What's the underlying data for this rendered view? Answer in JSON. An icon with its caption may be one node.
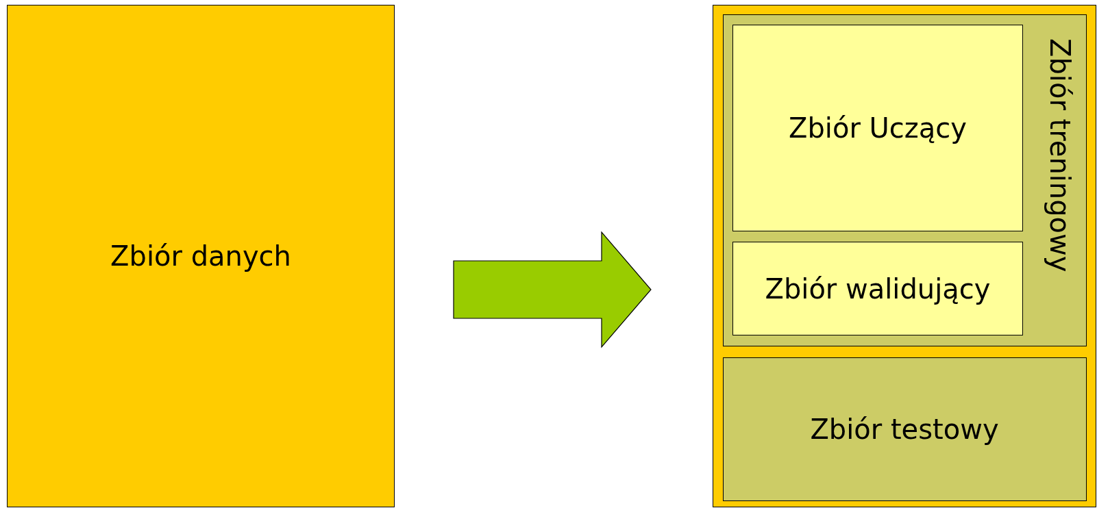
{
  "diagram": {
    "nodes": [
      {
        "text": [
          "Zbiór danych"
        ]
      },
      {
        "text": [],
        "shape": "box"
      },
      {
        "text": [
          "Zbiór treningowy"
        ],
        "in": 1
      },
      {
        "text": [
          "Zbiór Uczący"
        ],
        "in": 2
      },
      {
        "text": [
          "Zbiór walidujący"
        ],
        "in": 2
      },
      {
        "text": [
          "Zbiór testowy"
        ],
        "in": 1
      }
    ],
    "edges": [
      {
        "from": 0,
        "to": 1,
        "arrow": "to"
      }
    ]
  }
}
